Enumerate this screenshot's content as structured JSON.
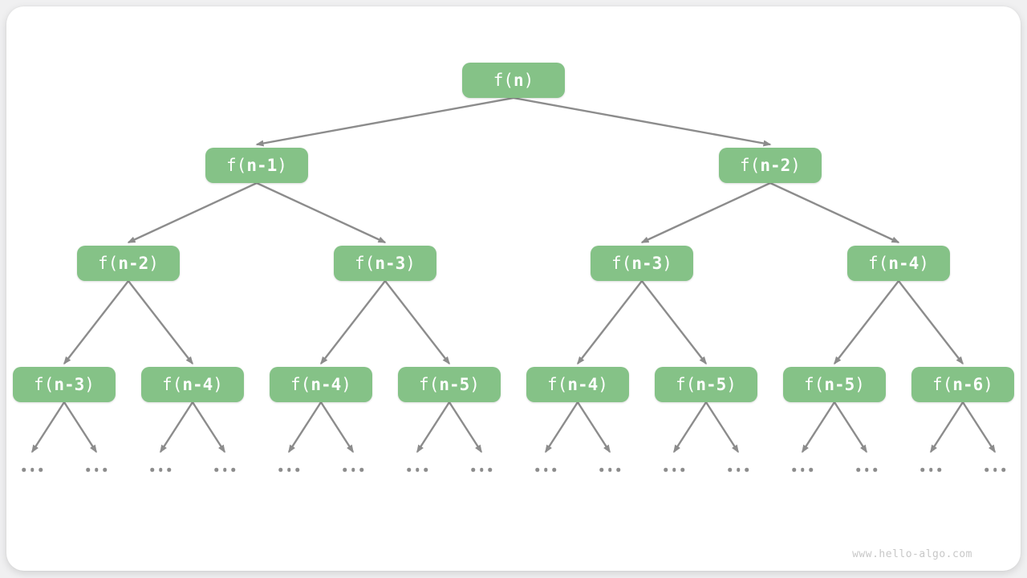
{
  "diagram": {
    "type": "recursion-tree",
    "levels": [
      [
        {
          "pre": "f(",
          "arg": "n",
          "post": ")"
        }
      ],
      [
        {
          "pre": "f(",
          "arg": "n-1",
          "post": ")"
        },
        {
          "pre": "f(",
          "arg": "n-2",
          "post": ")"
        }
      ],
      [
        {
          "pre": "f(",
          "arg": "n-2",
          "post": ")"
        },
        {
          "pre": "f(",
          "arg": "n-3",
          "post": ")"
        },
        {
          "pre": "f(",
          "arg": "n-3",
          "post": ")"
        },
        {
          "pre": "f(",
          "arg": "n-4",
          "post": ")"
        }
      ],
      [
        {
          "pre": "f(",
          "arg": "n-3",
          "post": ")"
        },
        {
          "pre": "f(",
          "arg": "n-4",
          "post": ")"
        },
        {
          "pre": "f(",
          "arg": "n-4",
          "post": ")"
        },
        {
          "pre": "f(",
          "arg": "n-5",
          "post": ")"
        },
        {
          "pre": "f(",
          "arg": "n-4",
          "post": ")"
        },
        {
          "pre": "f(",
          "arg": "n-5",
          "post": ")"
        },
        {
          "pre": "f(",
          "arg": "n-5",
          "post": ")"
        },
        {
          "pre": "f(",
          "arg": "n-6",
          "post": ")"
        }
      ]
    ],
    "ellipsis": "...",
    "ellipsis_groups": 16
  },
  "watermark": "www.hello-algo.com",
  "colors": {
    "node_bg": "#85c287",
    "node_text": "#ffffff",
    "arrow": "#8c8c8c",
    "card_bg": "#ffffff",
    "canvas_bg": "#f0f0f1",
    "watermark_text": "#c8c8c8"
  }
}
